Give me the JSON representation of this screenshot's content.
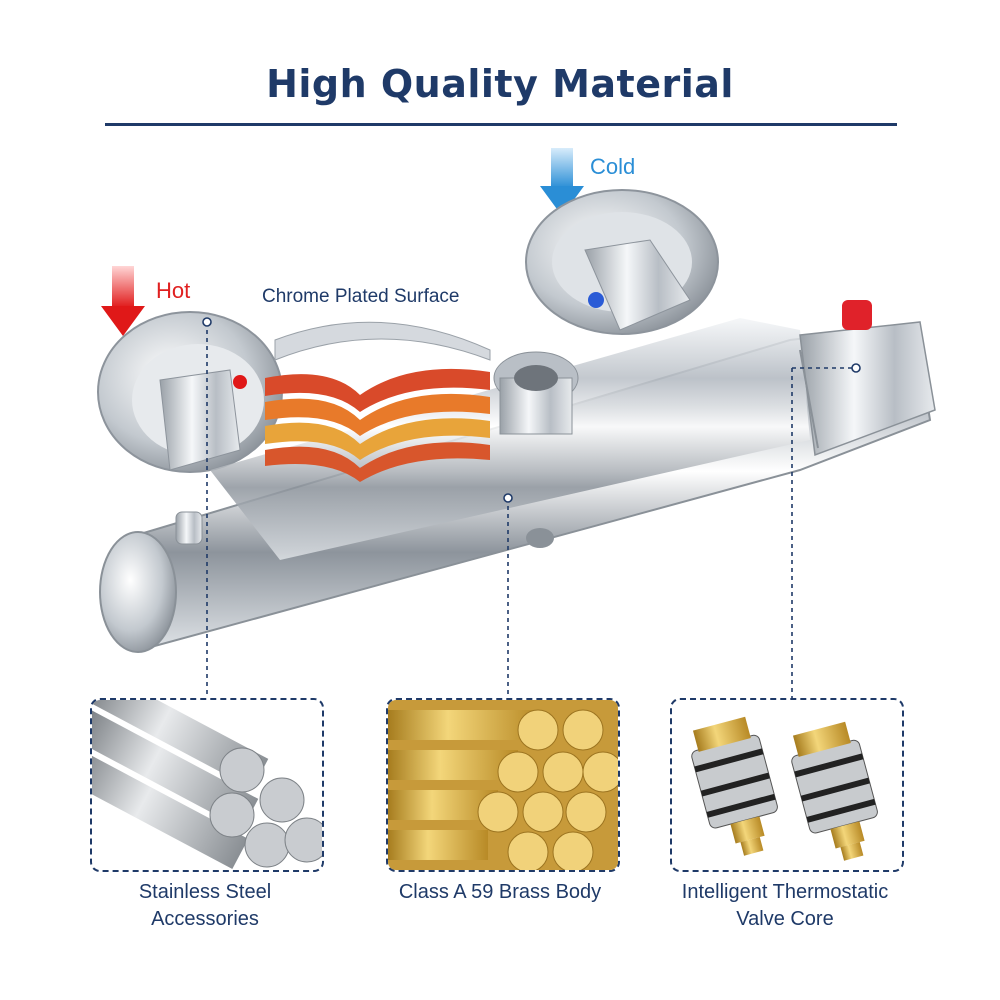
{
  "header": {
    "title": "High Quality Material"
  },
  "labels": {
    "hot": "Hot",
    "cold": "Cold",
    "chrome": "Chrome Plated Surface"
  },
  "features": [
    {
      "caption_line1": "Stainless Steel",
      "caption_line2": "Accessories",
      "icon": "steel-rods-icon"
    },
    {
      "caption_line1": "Class A 59 Brass Body",
      "caption_line2": "",
      "icon": "brass-rods-icon"
    },
    {
      "caption_line1": "Intelligent Thermostatic",
      "caption_line2": "Valve Core",
      "icon": "valve-core-icon"
    }
  ],
  "colors": {
    "title": "#1f3a68",
    "hot": "#e02020",
    "cold": "#2a8ed6",
    "chrome": "#c9ced4"
  }
}
